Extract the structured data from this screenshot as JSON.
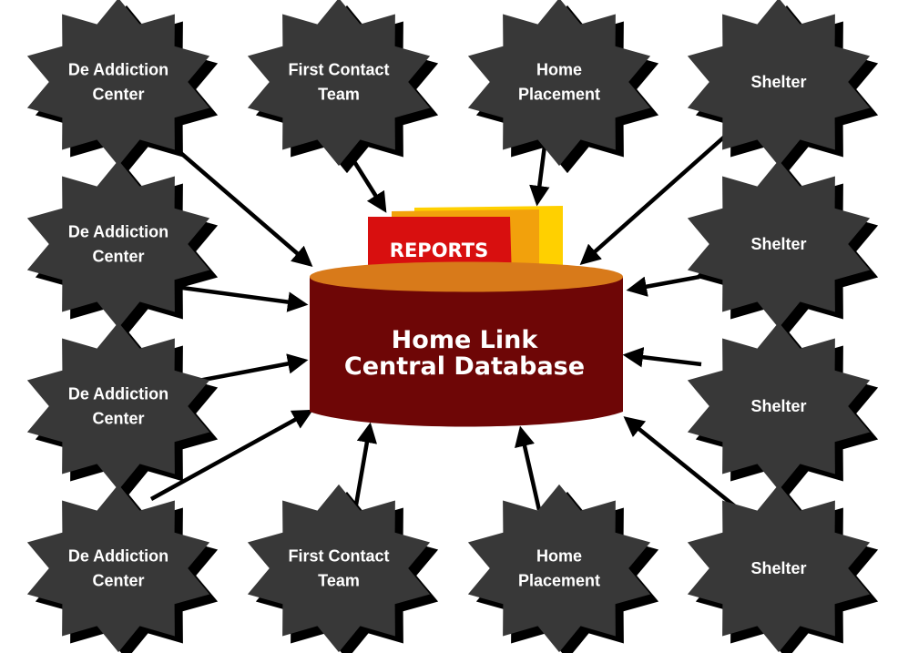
{
  "central": {
    "line1": "Home Link",
    "line2": "Central Database",
    "reports_label": "REPORTS",
    "colors": {
      "cylinder_body": "#6e0606",
      "cylinder_top": "#d87a1a",
      "reports_front": "#d80f0f",
      "reports_middle": "#f2a10c",
      "reports_back": "#ffd000"
    }
  },
  "nodes": [
    {
      "id": "de-addiction-1",
      "lines": [
        "De Addiction",
        "Center"
      ]
    },
    {
      "id": "first-contact-1",
      "lines": [
        "First Contact",
        "Team"
      ]
    },
    {
      "id": "home-placement-1",
      "lines": [
        "Home",
        "Placement"
      ]
    },
    {
      "id": "shelter-1",
      "lines": [
        "Shelter"
      ]
    },
    {
      "id": "de-addiction-2",
      "lines": [
        "De Addiction",
        "Center"
      ]
    },
    {
      "id": "shelter-2",
      "lines": [
        "Shelter"
      ]
    },
    {
      "id": "de-addiction-3",
      "lines": [
        "De Addiction",
        "Center"
      ]
    },
    {
      "id": "shelter-3",
      "lines": [
        "Shelter"
      ]
    },
    {
      "id": "de-addiction-4",
      "lines": [
        "De Addiction",
        "Center"
      ]
    },
    {
      "id": "first-contact-2",
      "lines": [
        "First Contact",
        "Team"
      ]
    },
    {
      "id": "home-placement-2",
      "lines": [
        "Home",
        "Placement"
      ]
    },
    {
      "id": "shelter-4",
      "lines": [
        "Shelter"
      ]
    }
  ],
  "style": {
    "star_fill": "#383838",
    "star_shadow": "#000000"
  }
}
